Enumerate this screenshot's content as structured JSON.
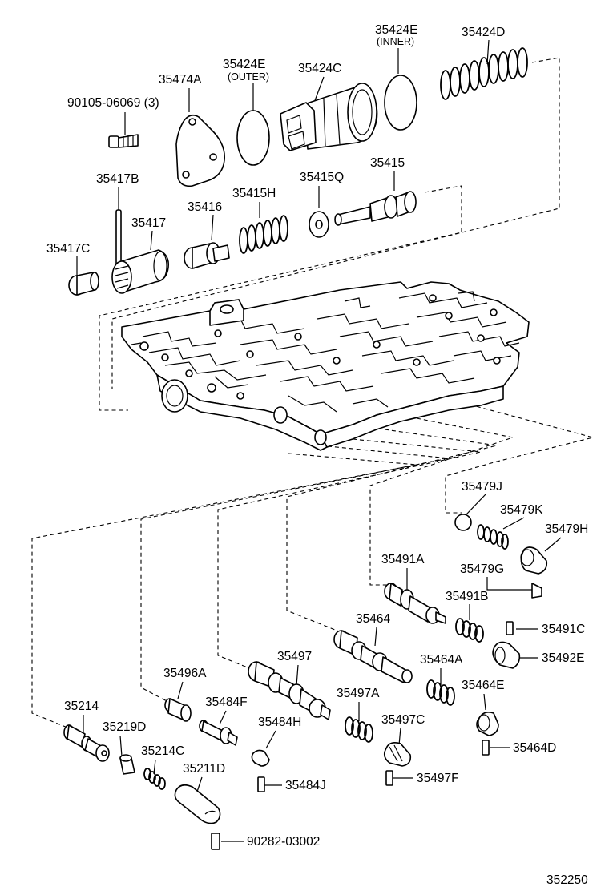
{
  "diagram": {
    "figure_number": "352250",
    "part_labels": [
      {
        "id": "p_35424e_inner",
        "text": "35424E"
      },
      {
        "id": "p_inner_note",
        "text": "(INNER)"
      },
      {
        "id": "p_35424d",
        "text": "35424D"
      },
      {
        "id": "p_35424e_outer",
        "text": "35424E"
      },
      {
        "id": "p_outer_note",
        "text": "(OUTER)"
      },
      {
        "id": "p_35424c",
        "text": "35424C"
      },
      {
        "id": "p_35474a",
        "text": "35474A"
      },
      {
        "id": "p_90105",
        "text": "90105-06069 (3)"
      },
      {
        "id": "p_35415",
        "text": "35415"
      },
      {
        "id": "p_35417b",
        "text": "35417B"
      },
      {
        "id": "p_35415h",
        "text": "35415H"
      },
      {
        "id": "p_35415q",
        "text": "35415Q"
      },
      {
        "id": "p_35416",
        "text": "35416"
      },
      {
        "id": "p_35417",
        "text": "35417"
      },
      {
        "id": "p_35417c",
        "text": "35417C"
      },
      {
        "id": "p_35479j",
        "text": "35479J"
      },
      {
        "id": "p_35479k",
        "text": "35479K"
      },
      {
        "id": "p_35479h",
        "text": "35479H"
      },
      {
        "id": "p_35491a",
        "text": "35491A"
      },
      {
        "id": "p_35479g",
        "text": "35479G"
      },
      {
        "id": "p_35491b",
        "text": "35491B"
      },
      {
        "id": "p_35491c",
        "text": "35491C"
      },
      {
        "id": "p_35464",
        "text": "35464"
      },
      {
        "id": "p_35492e",
        "text": "35492E"
      },
      {
        "id": "p_35497",
        "text": "35497"
      },
      {
        "id": "p_35464a",
        "text": "35464A"
      },
      {
        "id": "p_35496a",
        "text": "35496A"
      },
      {
        "id": "p_35464e",
        "text": "35464E"
      },
      {
        "id": "p_35484f",
        "text": "35484F"
      },
      {
        "id": "p_35497a",
        "text": "35497A"
      },
      {
        "id": "p_35214",
        "text": "35214"
      },
      {
        "id": "p_35497c",
        "text": "35497C"
      },
      {
        "id": "p_35484h",
        "text": "35484H"
      },
      {
        "id": "p_35219d",
        "text": "35219D"
      },
      {
        "id": "p_35464d",
        "text": "35464D"
      },
      {
        "id": "p_35214c",
        "text": "35214C"
      },
      {
        "id": "p_35211d",
        "text": "35211D"
      },
      {
        "id": "p_35497f",
        "text": "35497F"
      },
      {
        "id": "p_35484j",
        "text": "35484J"
      },
      {
        "id": "p_90282",
        "text": "90282-03002"
      }
    ]
  }
}
